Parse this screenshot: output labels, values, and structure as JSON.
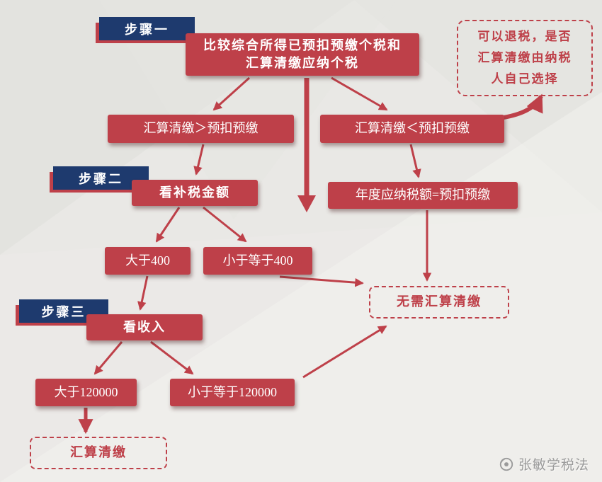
{
  "colors": {
    "red": "#BE4049",
    "dark_blue": "#1E3A6E",
    "background": "#E9E8E5",
    "watermark_gray": "#9A9A9A",
    "node_text": "#FFFFFF"
  },
  "steps": {
    "step1": "步骤一",
    "step2": "步骤二",
    "step3": "步骤三"
  },
  "nodes": {
    "compare": "比较综合所得已预扣预缴个税和\n汇算清缴应纳个税",
    "refund_note": "可以退税，是否\n汇算清缴由纳税\n人自己选择",
    "settle_gt": "汇算清缴＞预扣预缴",
    "settle_lt": "汇算清缴＜预扣预缴",
    "check_tax_amount": "看补税金额",
    "annual_equal": "年度应纳税额=预扣预缴",
    "gt_400": "大于400",
    "le_400": "小于等于400",
    "check_income": "看收入",
    "no_need_settle": "无需汇算清缴",
    "gt_120000": "大于120000",
    "le_120000": "小于等于120000",
    "settle": "汇算清缴"
  },
  "watermark": {
    "text": "张敏学税法"
  }
}
